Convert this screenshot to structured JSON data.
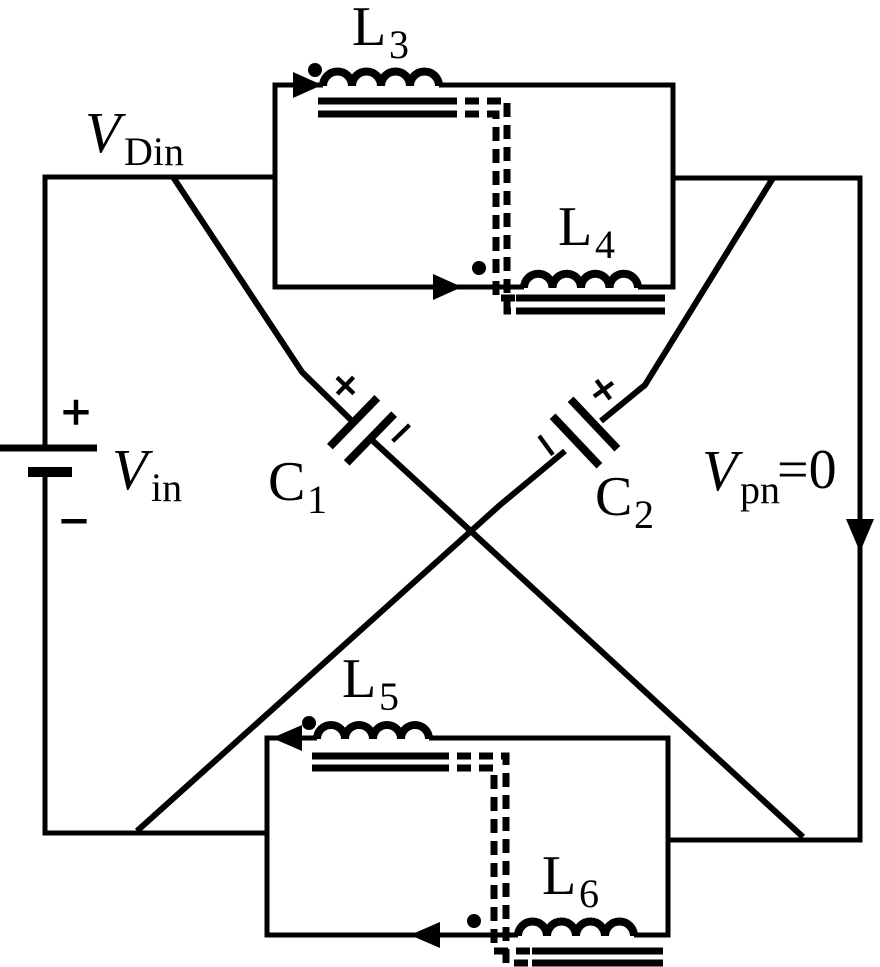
{
  "background": "#ffffff",
  "ink_color": "#000000",
  "components": {
    "source_vin": {
      "label_main": "V",
      "label_sub": "in",
      "plus": "+",
      "minus": "−"
    },
    "node_vdin": {
      "label_main": "V",
      "label_sub": "Din"
    },
    "node_vpn": {
      "label_main": "V",
      "label_sub": "pn",
      "label_suffix": "=0"
    },
    "inductor_l3": {
      "label_main": "L",
      "label_sub": "3"
    },
    "inductor_l4": {
      "label_main": "L",
      "label_sub": "4"
    },
    "inductor_l5": {
      "label_main": "L",
      "label_sub": "5"
    },
    "inductor_l6": {
      "label_main": "L",
      "label_sub": "6"
    },
    "capacitor_c1": {
      "label_main": "C",
      "label_sub": "1",
      "plus": "+",
      "minus": "−"
    },
    "capacitor_c2": {
      "label_main": "C",
      "label_sub": "2",
      "plus": "+",
      "minus": "−"
    }
  }
}
